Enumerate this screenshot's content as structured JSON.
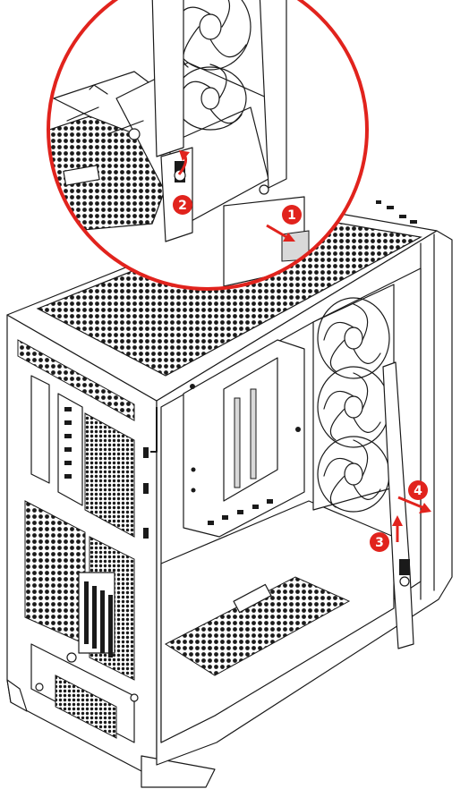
{
  "diagram": {
    "steps": [
      {
        "number": "1",
        "marker_color": "#e1231d"
      },
      {
        "number": "2",
        "marker_color": "#e1231d"
      },
      {
        "number": "3",
        "marker_color": "#e1231d"
      },
      {
        "number": "4",
        "marker_color": "#e1231d"
      }
    ],
    "accent_color": "#e1231d",
    "line_color": "#1a1a1a"
  }
}
